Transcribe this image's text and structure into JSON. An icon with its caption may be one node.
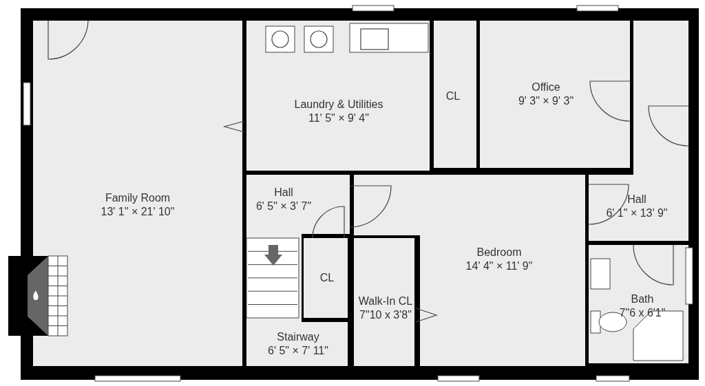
{
  "diagram": {
    "nodes": [
      {
        "text": [
          "Laundry & Utilities",
          "11' 5\" × 9' 4\""
        ]
      },
      {
        "text": [
          "CL"
        ]
      },
      {
        "text": [
          "Office",
          "9' 3\" × 9' 3\""
        ]
      },
      {
        "text": [
          "Family Room",
          "13' 1\" × 21' 10\""
        ]
      },
      {
        "text": [
          "Hall",
          "6' 5\" × 3' 7\""
        ]
      },
      {
        "text": [
          "Hall",
          "6' 1\" × 13' 9\""
        ]
      },
      {
        "text": [
          "Bedroom",
          "14' 4\" × 11' 9\""
        ]
      },
      {
        "text": [
          "CL"
        ]
      },
      {
        "text": [
          "Bath",
          "7\"6 x 6'1\""
        ]
      },
      {
        "text": [
          "Walk-In CL",
          "7\"10 x 3'8\""
        ]
      },
      {
        "text": [
          "Stairway",
          "6' 5\" × 7' 11\""
        ]
      }
    ]
  }
}
